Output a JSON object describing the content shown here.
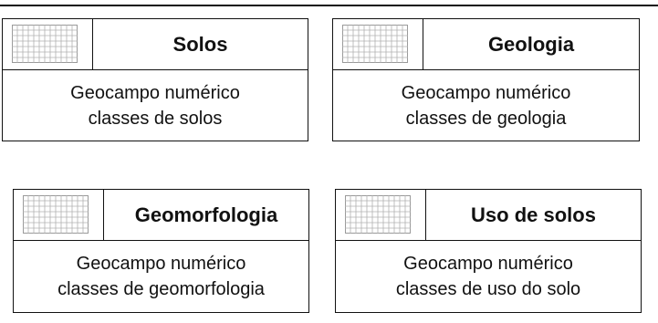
{
  "cards": [
    {
      "title": "Solos",
      "line1": "Geocampo numérico",
      "line2": "classes de solos"
    },
    {
      "title": "Geologia",
      "line1": "Geocampo numérico",
      "line2": "classes de geologia"
    },
    {
      "title": "Geomorfologia",
      "line1": "Geocampo numérico",
      "line2": "classes de geomorfologia"
    },
    {
      "title": "Uso de solos",
      "line1": "Geocampo numérico",
      "line2": "classes de uso do solo"
    }
  ],
  "icon": "grid-icon"
}
